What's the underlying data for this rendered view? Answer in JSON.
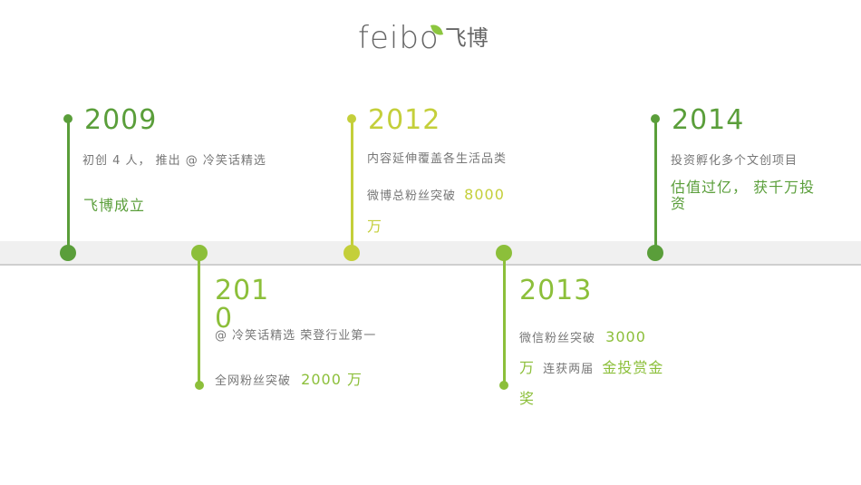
{
  "logo": {
    "wordmark": "feibo",
    "chinese": "飞博"
  },
  "colors": {
    "dark_green": "#5a9e3a",
    "lime_green": "#8cbf3a",
    "yellow_green": "#c4cf3a",
    "band": "#f0f0f0",
    "band_line": "#cfcfcf",
    "text_gray": "#777777"
  },
  "timeline": [
    {
      "year": "2009",
      "line1": "初创 4 人， 推出 @ 冷笑话精选",
      "highlight": "飞博成立"
    },
    {
      "year": "2010",
      "line1": "@ 冷笑话精选 荣登行业第一",
      "line2_prefix": "全网粉丝突破",
      "line2_highlight": "2000 万"
    },
    {
      "year": "2012",
      "line1": "内容延伸覆盖各生活品类",
      "line2_prefix": "微博总粉丝突破",
      "line2_highlight": "8000 万"
    },
    {
      "year": "2013",
      "line1_prefix": "微信粉丝突破",
      "line1_highlight": "3000 万",
      "line2_prefix": "连获两届",
      "line2_highlight": "金投赏金奖"
    },
    {
      "year": "2014",
      "line1": "投资孵化多个文创项目",
      "highlight": "估值过亿， 获千万投资"
    }
  ]
}
